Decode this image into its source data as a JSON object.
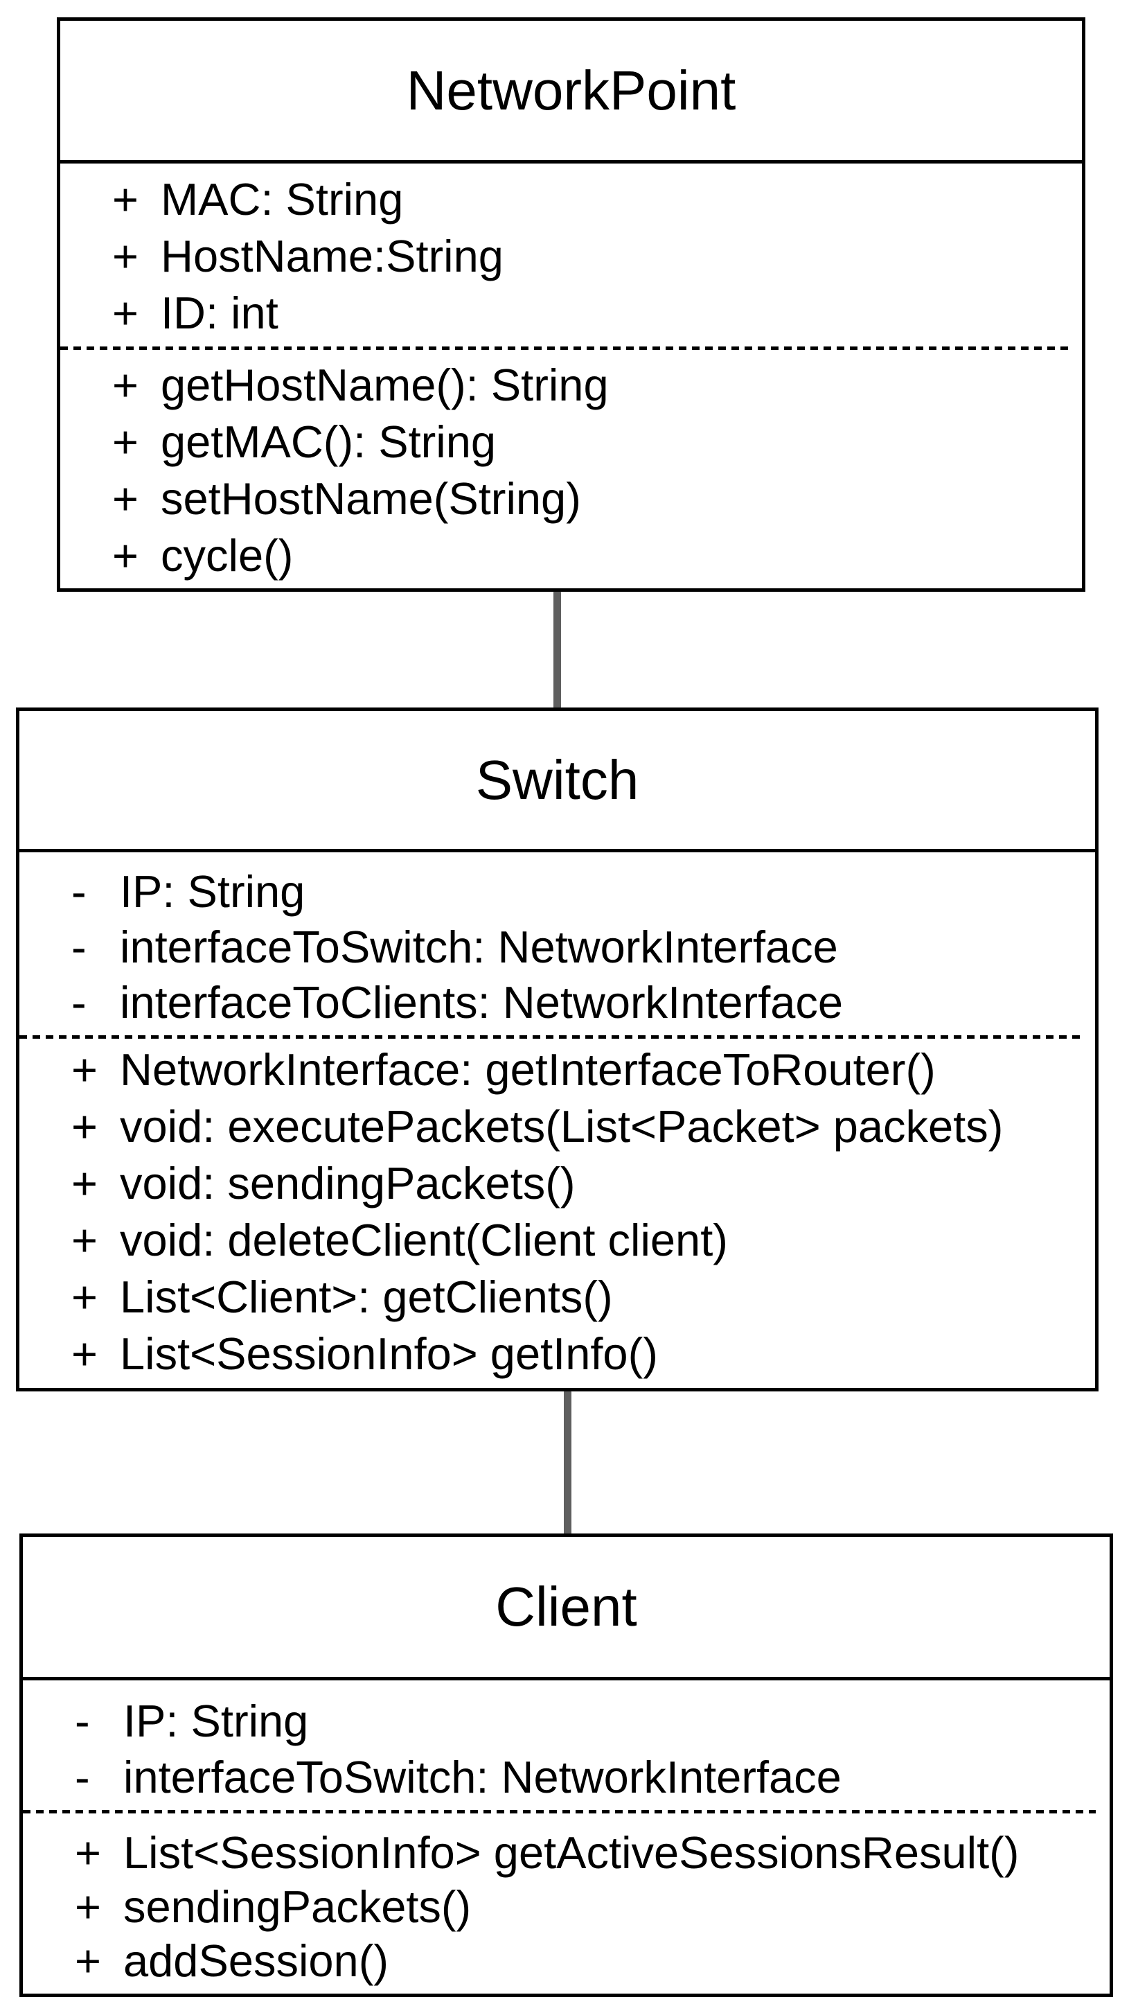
{
  "diagram": {
    "type": "uml-class-diagram",
    "background_color": "#ffffff",
    "box_border_color": "#000000",
    "text_color": "#000000",
    "connector_color": "#5f5f5f"
  },
  "classes": [
    {
      "name": "NetworkPoint",
      "attributes": [
        {
          "sign": "+",
          "text": "MAC: String"
        },
        {
          "sign": "+",
          "text": "HostName:String"
        },
        {
          "sign": "+",
          "text": "ID: int"
        }
      ],
      "methods": [
        {
          "sign": "+",
          "text": "getHostName(): String"
        },
        {
          "sign": "+",
          "text": "getMAC(): String"
        },
        {
          "sign": "+",
          "text": "setHostName(String)"
        },
        {
          "sign": "+",
          "text": "cycle()"
        }
      ]
    },
    {
      "name": "Switch",
      "attributes": [
        {
          "sign": "-",
          "text": "IP: String"
        },
        {
          "sign": "-",
          "text": "interfaceToSwitch: NetworkInterface"
        },
        {
          "sign": "-",
          "text": "interfaceToClients: NetworkInterface"
        }
      ],
      "methods": [
        {
          "sign": "+",
          "text": "NetworkInterface: getInterfaceToRouter()"
        },
        {
          "sign": "+",
          "text": "void: executePackets(List<Packet> packets)"
        },
        {
          "sign": "+",
          "text": "void: sendingPackets()"
        },
        {
          "sign": "+",
          "text": "void: deleteClient(Client client)"
        },
        {
          "sign": "+",
          "text": "List<Client>: getClients()"
        },
        {
          "sign": "+",
          "text": "List<SessionInfo> getInfo()"
        }
      ]
    },
    {
      "name": "Client",
      "attributes": [
        {
          "sign": "-",
          "text": "IP: String"
        },
        {
          "sign": "-",
          "text": "interfaceToSwitch: NetworkInterface"
        }
      ],
      "methods": [
        {
          "sign": "+",
          "text": "List<SessionInfo> getActiveSessionsResult()"
        },
        {
          "sign": "+",
          "text": "sendingPackets()"
        },
        {
          "sign": "+",
          "text": "addSession()"
        }
      ]
    }
  ],
  "connectors": [
    {
      "from": "NetworkPoint",
      "to": "Switch"
    },
    {
      "from": "Switch",
      "to": "Client"
    }
  ]
}
